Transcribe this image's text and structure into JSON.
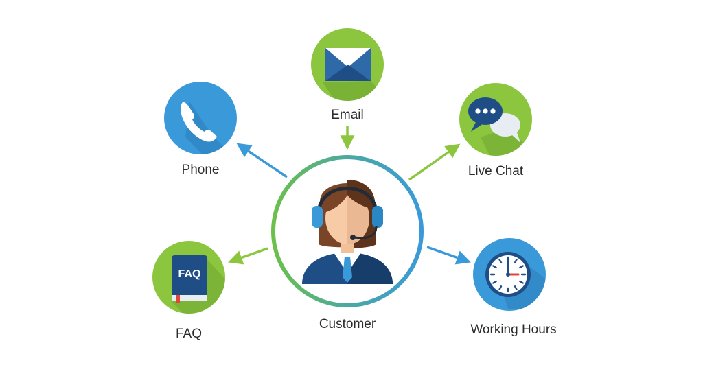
{
  "center": {
    "label": "Customer"
  },
  "channels": {
    "phone": {
      "label": "Phone",
      "icon": "phone-icon"
    },
    "email": {
      "label": "Email",
      "icon": "envelope-icon"
    },
    "live_chat": {
      "label": "Live Chat",
      "icon": "chat-bubbles-icon"
    },
    "faq": {
      "label": "FAQ",
      "icon": "faq-book-icon",
      "book_text": "FAQ"
    },
    "working_hours": {
      "label": "Working Hours",
      "icon": "clock-icon"
    }
  },
  "colors": {
    "blue": "#3a9ad9",
    "green": "#8cc63f",
    "navy": "#1f4e86"
  }
}
